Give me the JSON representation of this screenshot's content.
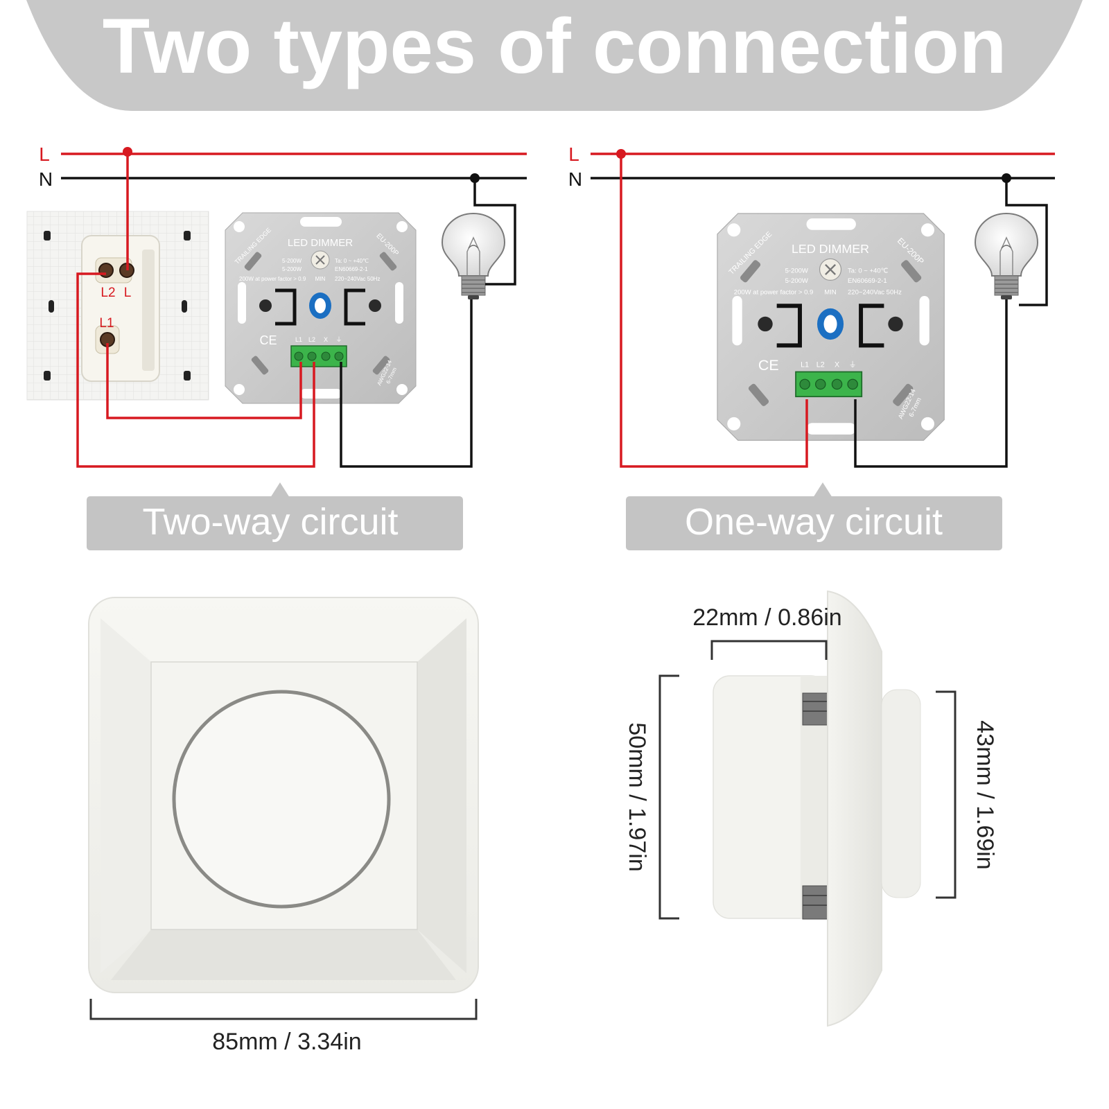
{
  "title": "Two types of connection",
  "wiring": {
    "line_label": "L",
    "neutral_label": "N",
    "line_color": "#d71920",
    "neutral_color": "#111111"
  },
  "switch": {
    "terminal_l2": "L2",
    "terminal_l": "L",
    "terminal_l1": "L1"
  },
  "dimmer": {
    "name": "LED DIMMER",
    "side_left": "TRAILING EDGE",
    "side_right": "EU-200P",
    "spec_load1": "5-200W",
    "spec_load2": "5-200W",
    "spec_temp": "Ta: 0 ~ +40℃",
    "spec_standard": "EN60669-2-1",
    "spec_power": "200W at power factor > 0.9",
    "spec_min": "MIN",
    "spec_voltage": "220~240Vac 50Hz",
    "mark_ce": "CE",
    "wire_gauge": "AWG22-14",
    "strip_length": "6-7mm",
    "terminals": [
      "L1",
      "L2",
      "X",
      "⏚"
    ],
    "terminal_color": "#3cb44b"
  },
  "circuits": {
    "two_way": "Two-way circuit",
    "one_way": "One-way circuit"
  },
  "dimensions": {
    "width": "85mm / 3.34in",
    "depth": "22mm / 0.86in",
    "body_height": "50mm / 1.97in",
    "knob_height": "43mm / 1.69in"
  },
  "colors": {
    "banner": "#c8c8c8",
    "caption_bg": "#c4c4c4",
    "plate": "#f2f2ee"
  }
}
